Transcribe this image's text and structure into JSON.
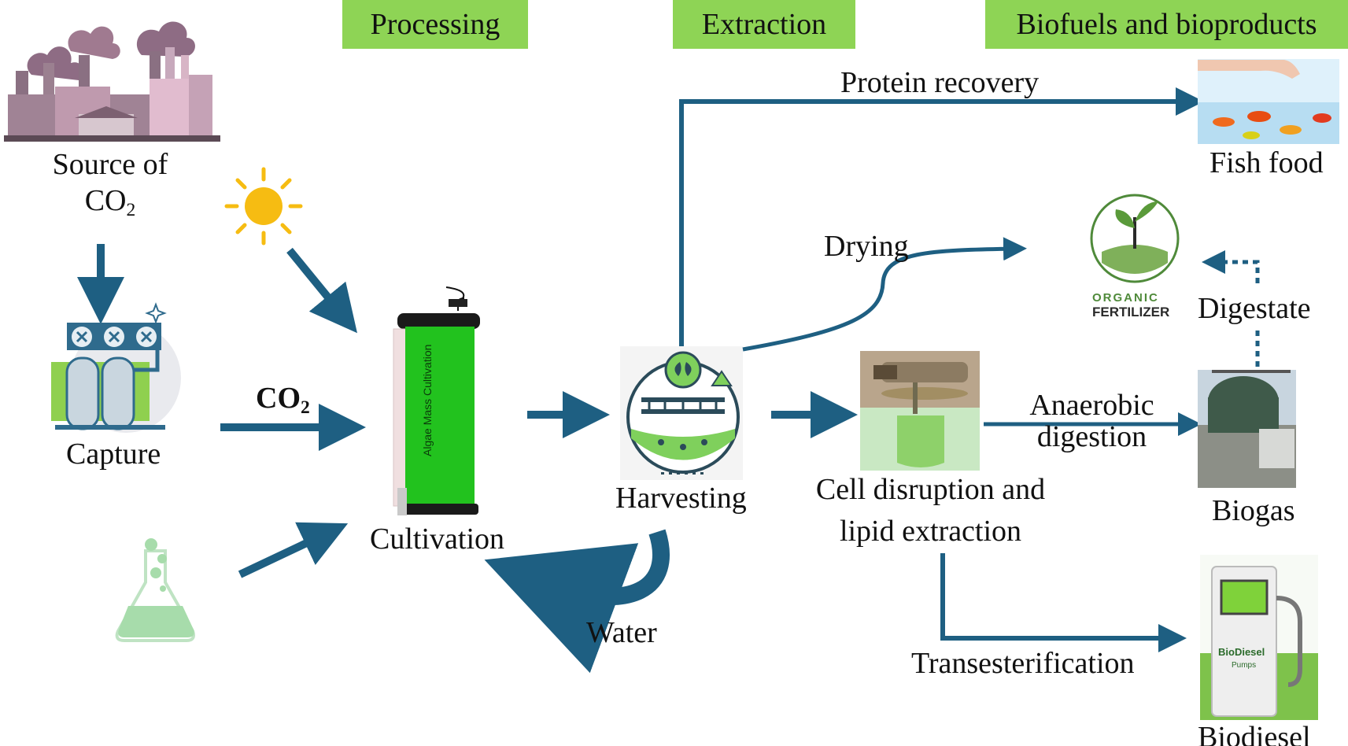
{
  "headers": {
    "processing": "Processing",
    "extraction": "Extraction",
    "biofuels": "Biofuels and bioproducts"
  },
  "labels": {
    "source_line1": "Source of",
    "source_line2": "CO",
    "source_sub": "2",
    "capture": "Capture",
    "co2_arrow": "CO",
    "co2_arrow_sub": "2",
    "cultivation": "Cultivation",
    "harvesting": "Harvesting",
    "water": "Water",
    "protein_recovery": "Protein recovery",
    "drying": "Drying",
    "cell_disruption_line1": "Cell disruption and",
    "cell_disruption_line2": "lipid extraction",
    "anaerobic_line1": "Anaerobic",
    "anaerobic_line2": "digestion",
    "transesterification": "Transesterification",
    "fish_food": "Fish food",
    "digestate": "Digestate",
    "biogas": "Biogas",
    "biodiesel": "Biodiesel",
    "photobioreactor_text": "Algae Mass Cultivation",
    "fertilizer_logo_1": "ORGANIC",
    "fertilizer_logo_2": "FERTILIZER",
    "pump_brand": "BioDiesel",
    "pump_sub": "Pumps"
  },
  "colors": {
    "arrow": "#1e5f82",
    "header_bg": "#8ed455",
    "reactor_green": "#22c21e"
  },
  "icons": [
    "factory-icon",
    "sun-icon",
    "capture-unit-icon",
    "flask-icon",
    "photobioreactor-icon",
    "harvesting-icon",
    "extraction-photo",
    "fish-food-photo",
    "organic-fertilizer-logo",
    "biogas-plant-photo",
    "biodiesel-pump-photo"
  ]
}
